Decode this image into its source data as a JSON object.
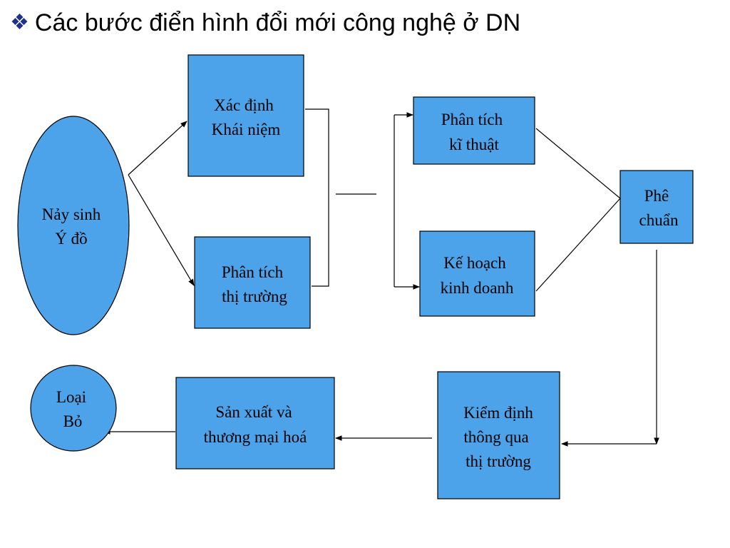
{
  "title": "Các bước điển hình đổi mới công nghệ ở DN",
  "colors": {
    "node_fill": "#4da3ea",
    "ellipse_border": "#3ecfcf"
  },
  "nodes": {
    "nay_sinh": [
      "Nảy sinh",
      "Ý đồ"
    ],
    "xac_dinh": [
      "Xác định",
      "Khái niệm"
    ],
    "phan_tich_tt": [
      "Phân tích",
      "thị trường"
    ],
    "phan_tich_kt": [
      "Phân tích",
      "kĩ thuật"
    ],
    "ke_hoach": [
      "Kế hoạch",
      "kinh doanh"
    ],
    "phe_chuan": [
      "Phê",
      "chuẩn"
    ],
    "kiem_dinh": [
      "Kiểm định",
      "thông qua",
      "thị trường"
    ],
    "san_xuat": [
      "Sản xuất và",
      "thương mại hoá"
    ],
    "loai_bo": [
      "Loại",
      "Bỏ"
    ]
  }
}
